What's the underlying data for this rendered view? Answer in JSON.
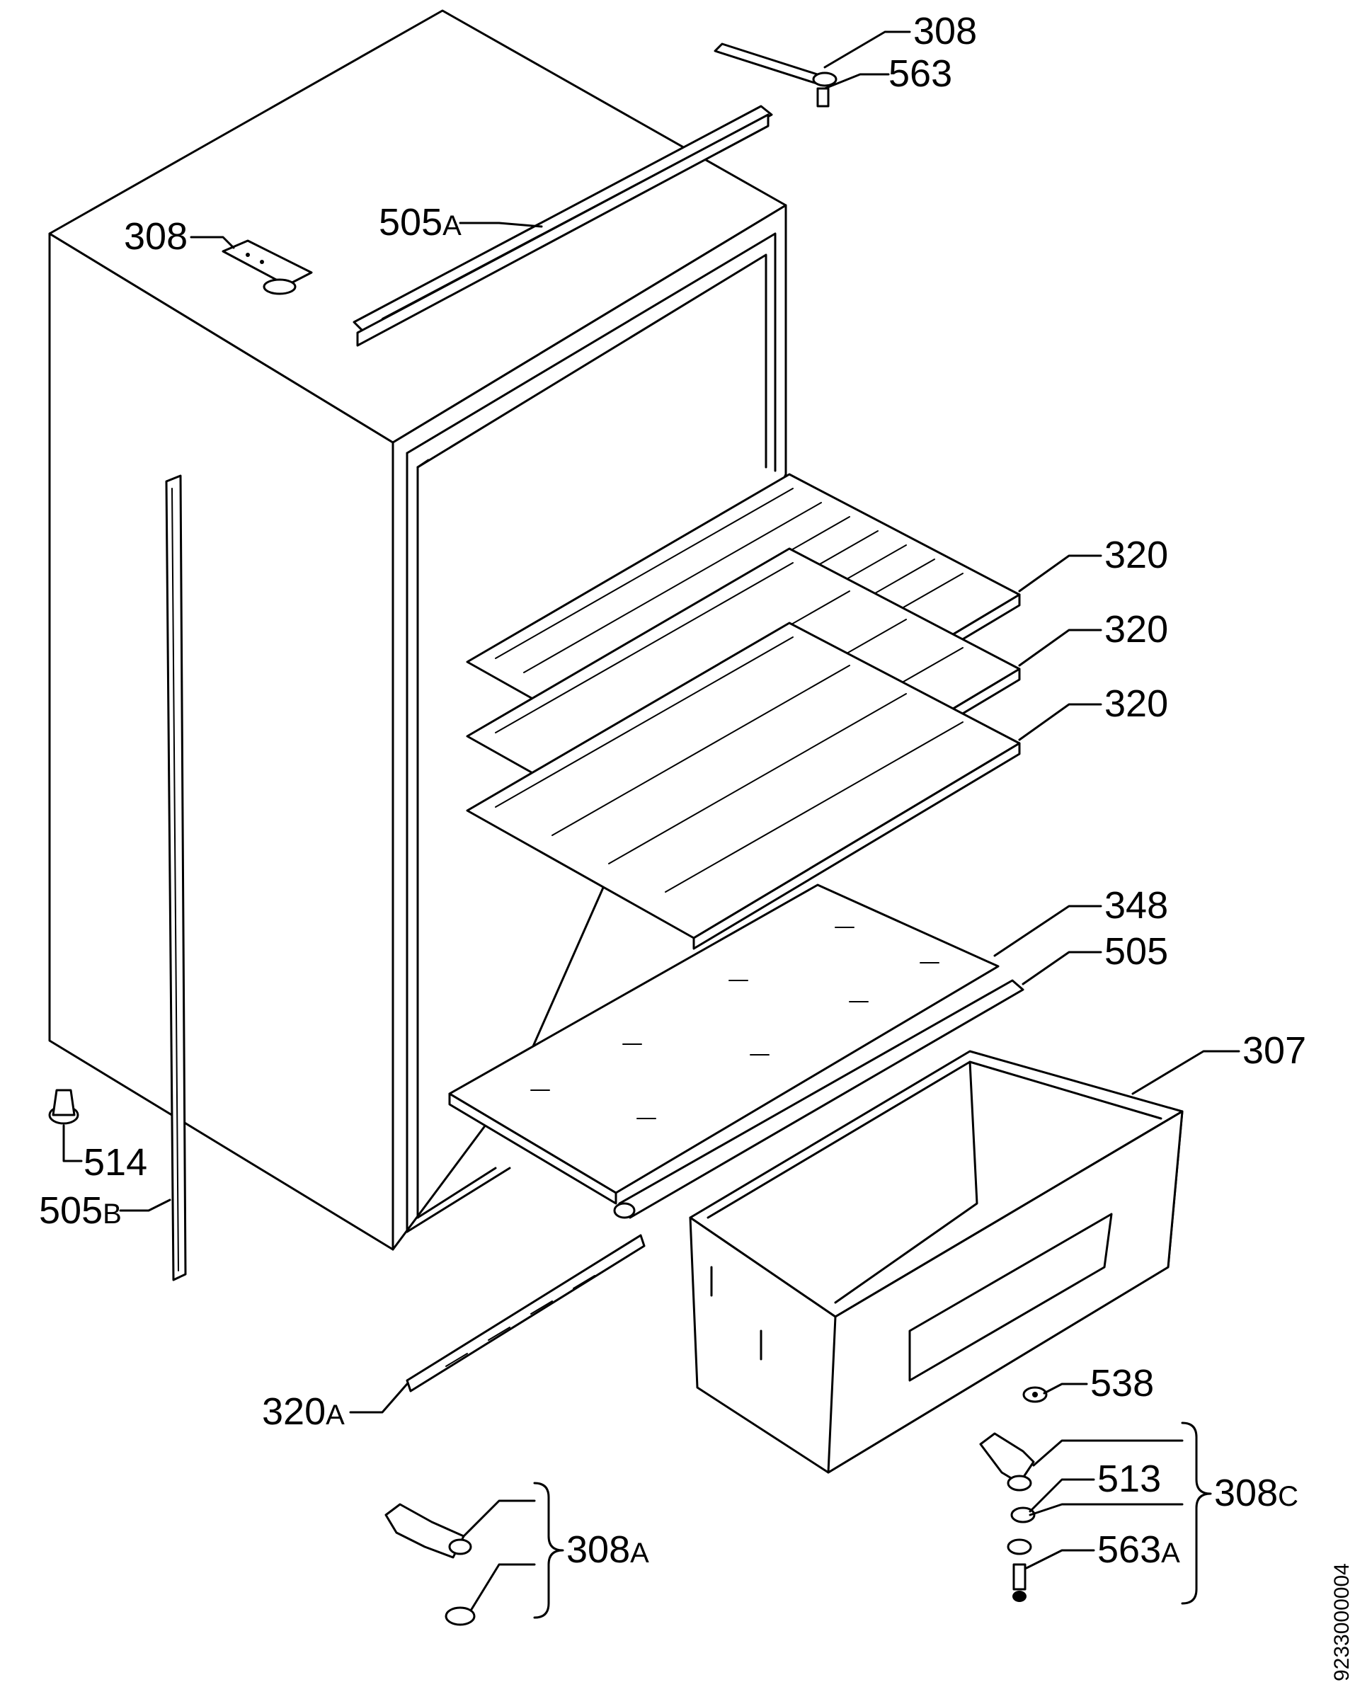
{
  "labels": {
    "l308_top": {
      "num": "308",
      "suffix": ""
    },
    "l563_top": {
      "num": "563",
      "suffix": ""
    },
    "l308_left": {
      "num": "308",
      "suffix": ""
    },
    "l505a": {
      "num": "505",
      "suffix": "A"
    },
    "l320_1": {
      "num": "320",
      "suffix": ""
    },
    "l320_2": {
      "num": "320",
      "suffix": ""
    },
    "l320_3": {
      "num": "320",
      "suffix": ""
    },
    "l348": {
      "num": "348",
      "suffix": ""
    },
    "l505": {
      "num": "505",
      "suffix": ""
    },
    "l307": {
      "num": "307",
      "suffix": ""
    },
    "l514": {
      "num": "514",
      "suffix": ""
    },
    "l505b": {
      "num": "505",
      "suffix": "B"
    },
    "l320a": {
      "num": "320",
      "suffix": "A"
    },
    "l538": {
      "num": "538",
      "suffix": ""
    },
    "l513": {
      "num": "513",
      "suffix": ""
    },
    "l308c": {
      "num": "308",
      "suffix": "C"
    },
    "l563a": {
      "num": "563",
      "suffix": "A"
    },
    "l308a": {
      "num": "308",
      "suffix": "A"
    }
  },
  "document_number": "9233000004"
}
